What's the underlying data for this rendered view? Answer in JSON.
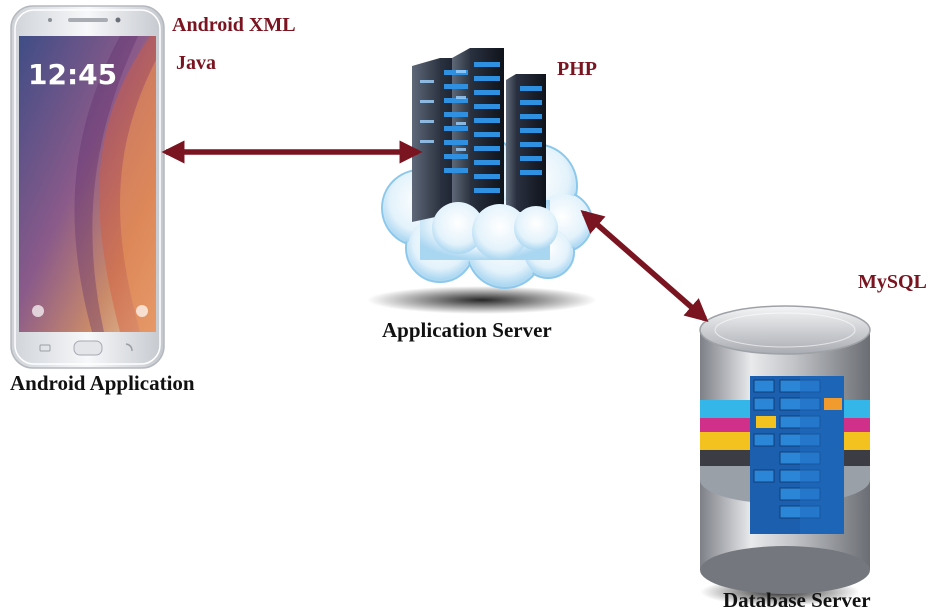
{
  "colors": {
    "accent": "#7a1420",
    "label_text": "#111111"
  },
  "nodes": {
    "android_app": {
      "label": "Android Application",
      "technologies": [
        "Android XML",
        "Java"
      ],
      "icon": "smartphone-icon",
      "screen_time": "12:45"
    },
    "app_server": {
      "label": "Application Server",
      "technologies": [
        "PHP"
      ],
      "icon": "server-cloud-icon"
    },
    "db_server": {
      "label": "Database Server",
      "technologies": [
        "MySQL"
      ],
      "icon": "database-icon"
    }
  },
  "connections": [
    {
      "from": "Android Application",
      "to": "Application Server",
      "direction": "bidirectional"
    },
    {
      "from": "Application Server",
      "to": "Database Server",
      "direction": "bidirectional"
    }
  ]
}
